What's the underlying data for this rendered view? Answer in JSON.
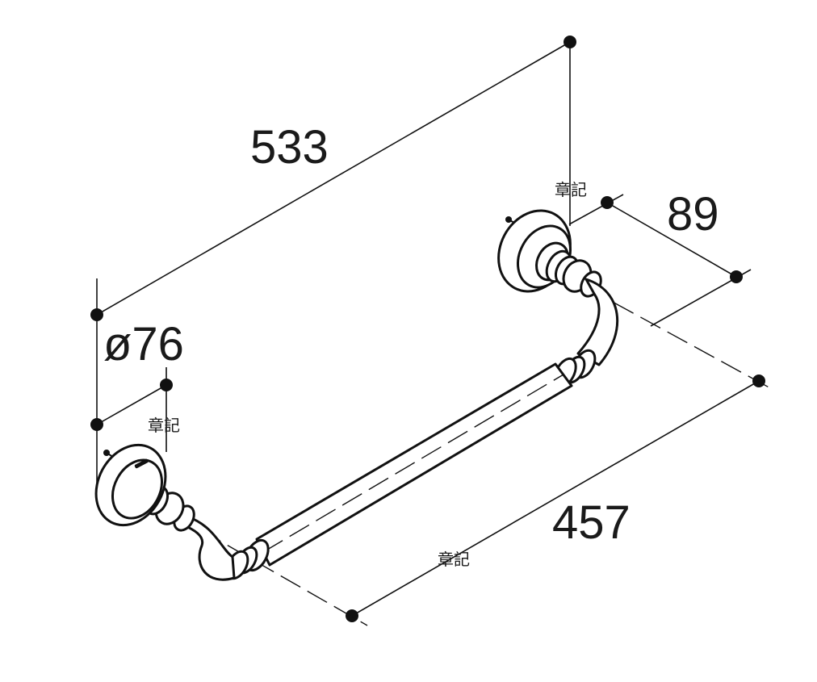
{
  "dimensions": {
    "overall_length": "533",
    "flange_diameter": "ø76",
    "projection": "89",
    "center_distance": "457"
  },
  "notes": {
    "note_1": "章記",
    "note_2": "章記",
    "note_3": "章記"
  }
}
